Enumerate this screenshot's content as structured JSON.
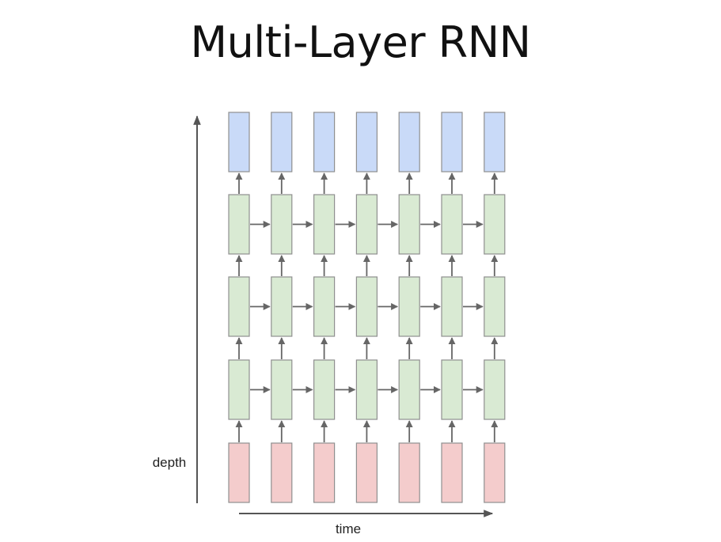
{
  "title": "Multi-Layer RNN",
  "axes": {
    "depth_label": "depth",
    "time_label": "time"
  },
  "network": {
    "time_steps": 7,
    "hidden_layers": 3
  },
  "colors": {
    "input_fill": "#f4cccc",
    "input_stroke": "#8f8f8f",
    "hidden_fill": "#d9ead3",
    "hidden_stroke": "#8f8f8f",
    "output_fill": "#c9daf8",
    "output_stroke": "#8f8f8f",
    "arrow": "#666666",
    "axis": "#555555"
  }
}
